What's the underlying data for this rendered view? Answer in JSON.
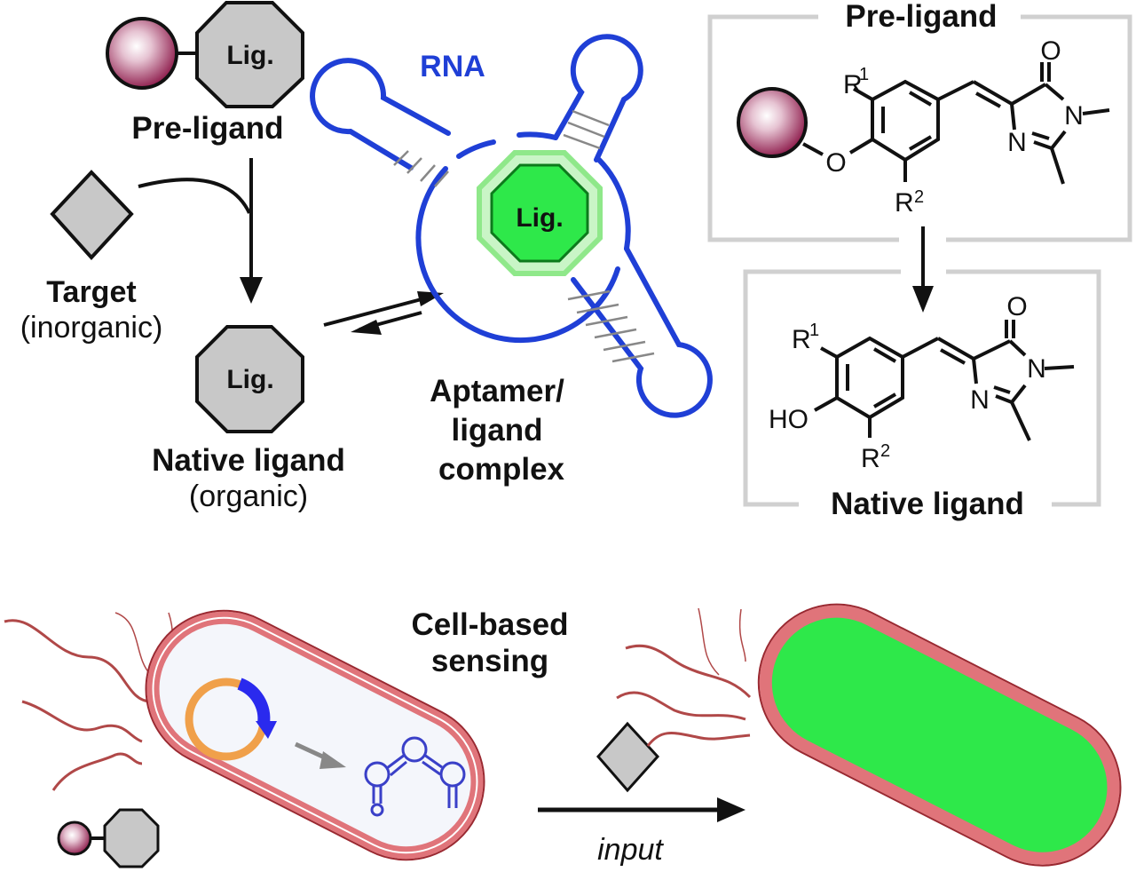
{
  "left_scheme": {
    "pre_ligand_label": "Pre-ligand",
    "lig_abbrev": "Lig.",
    "target_label": "Target",
    "target_sub": "(inorganic)",
    "native_ligand_label": "Native ligand",
    "native_ligand_sub": "(organic)"
  },
  "aptamer": {
    "rna_label": "RNA",
    "lig_abbrev": "Lig.",
    "complex_label_line1": "Aptamer/",
    "complex_label_line2": "ligand",
    "complex_label_line3": "complex"
  },
  "structures": {
    "pre_ligand_title": "Pre-ligand",
    "native_ligand_title": "Native ligand",
    "atoms": {
      "R1": "R",
      "R1_sup": "1",
      "R2": "R",
      "R2_sup": "2",
      "O": "O",
      "HO": "HO",
      "N": "N",
      "N_methyl": "N"
    }
  },
  "cell_sensing": {
    "title_line1": "Cell-based",
    "title_line2": "sensing",
    "arrow_label": "input"
  },
  "colors": {
    "caged_group": "#8e1c4c",
    "ligand_gray": "#c8c8c8",
    "rna_blue": "#1f3fd6",
    "fluorescent_green": "#2ee84a",
    "cell_wall": "#e0747a",
    "plasmid_orange": "#f0a04a",
    "gene_blue": "#2a2aee",
    "box_gray": "#d0d0d0"
  }
}
